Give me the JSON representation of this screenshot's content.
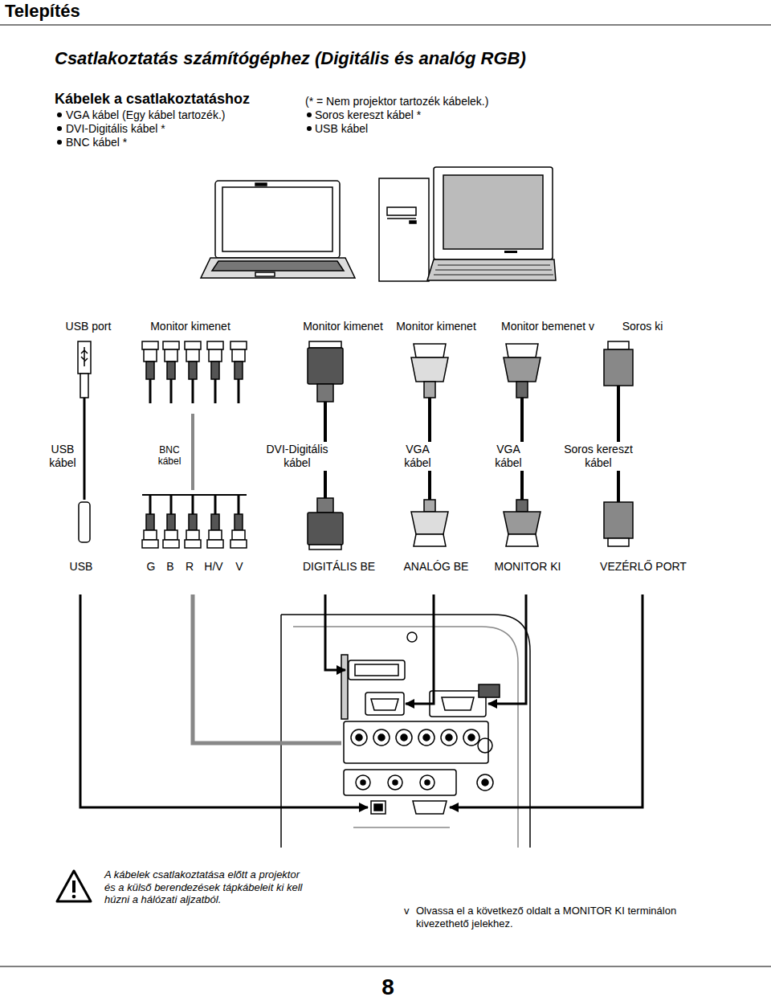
{
  "diagram": {
    "title": "Csatlakoztatás számítógéphez (Digitális és analóg RGB)",
    "labels": [
      "Telepítés",
      "Kábelek a csatlakoztatáshoz",
      "(* = Nem projektor tartozék kábelek.)",
      "VGA kábel (Egy kábel tartozék.)",
      "DVI-Digitális kábel *",
      "BNC kábel *",
      "Soros kereszt kábel *",
      "USB kábel",
      "USB port",
      "Monitor kimenet",
      "Monitor kimenet",
      "Monitor kimenet",
      "Monitor bemenet v",
      "Soros ki",
      "USB kábel",
      "BNC kábel",
      "DVI-Digitális kábel",
      "VGA kábel",
      "VGA kábel",
      "Soros kereszt kábel",
      "USB",
      "G",
      "B",
      "R",
      "H/V",
      "V",
      "DIGITÁLIS BE",
      "ANALÓG BE",
      "MONITOR KI",
      "VEZÉRLŐ PORT",
      "A kábelek csatlakoztatása előtt a projektor és a külső berendezések tápkábeleit ki kell húzni a hálózati aljzatból.",
      "v",
      "Olvassa el a következő oldalt a MONITOR KI terminálon kivezethető jelekhez.",
      "8"
    ]
  }
}
